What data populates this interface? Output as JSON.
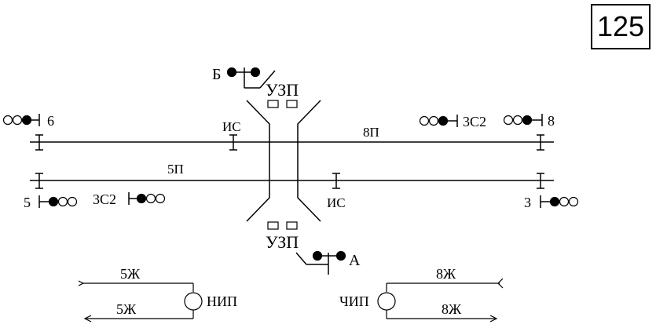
{
  "page_number": "125",
  "tracks": {
    "upper": "8П",
    "lower": "5П"
  },
  "joints": {
    "upper_is": "ИС",
    "lower_is": "ИС"
  },
  "barrier": {
    "top_label": "УЗП",
    "bottom_label": "УЗП"
  },
  "signals": {
    "s6": "6",
    "s3s2_upper": "3С2",
    "s8": "8",
    "s5": "5",
    "s3s2_lower": "3С2",
    "s3": "3",
    "sB": "Б",
    "sA": "А"
  },
  "circuits": {
    "nip": "НИП",
    "chip": "ЧИП",
    "left_top_wire": "5Ж",
    "left_bottom_wire": "5Ж",
    "right_top_wire": "8Ж",
    "right_bottom_wire": "8Ж"
  }
}
